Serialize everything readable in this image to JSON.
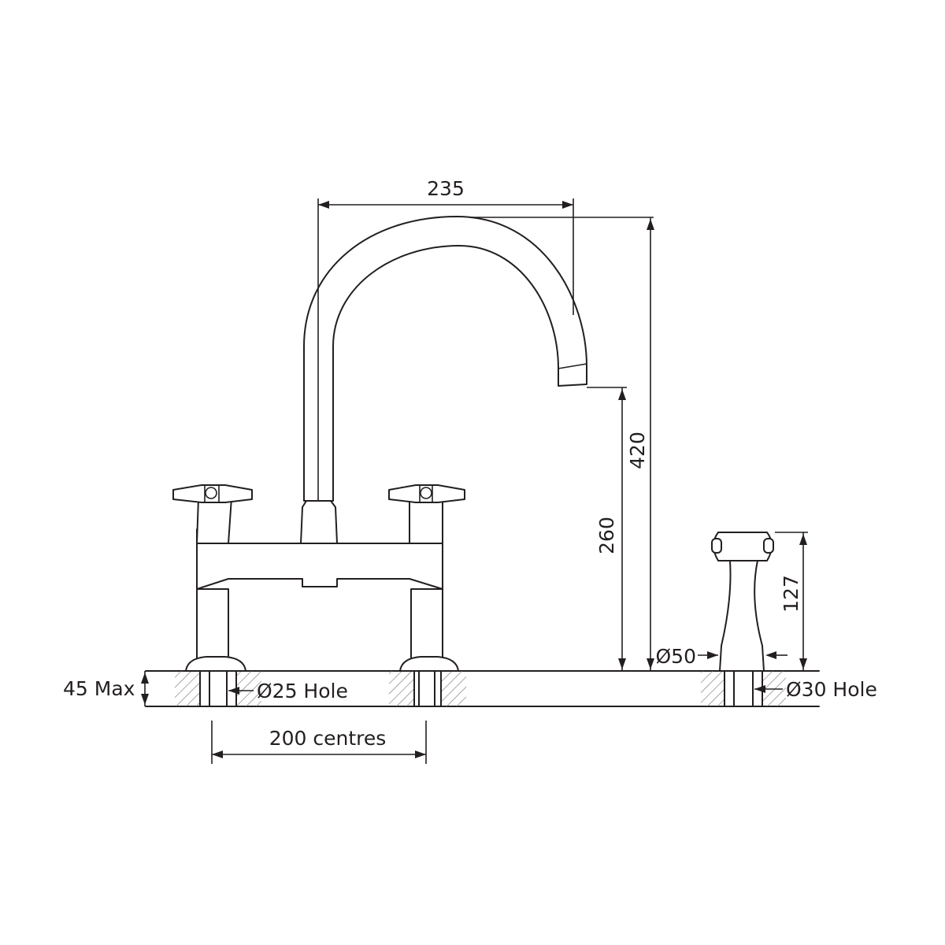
{
  "diagram": {
    "colors": {
      "line": "#231f20",
      "hatch": "#6f6f6f",
      "background": "#ffffff"
    },
    "dimensions": {
      "spout_reach": "235",
      "overall_height": "420",
      "spout_height": "260",
      "rinser_height": "127",
      "rinser_base_dia": "Ø50",
      "deck_thickness": "45 Max",
      "tap_hole": "Ø25 Hole",
      "rinser_hole": "Ø30 Hole",
      "centres": "200 centres"
    }
  }
}
